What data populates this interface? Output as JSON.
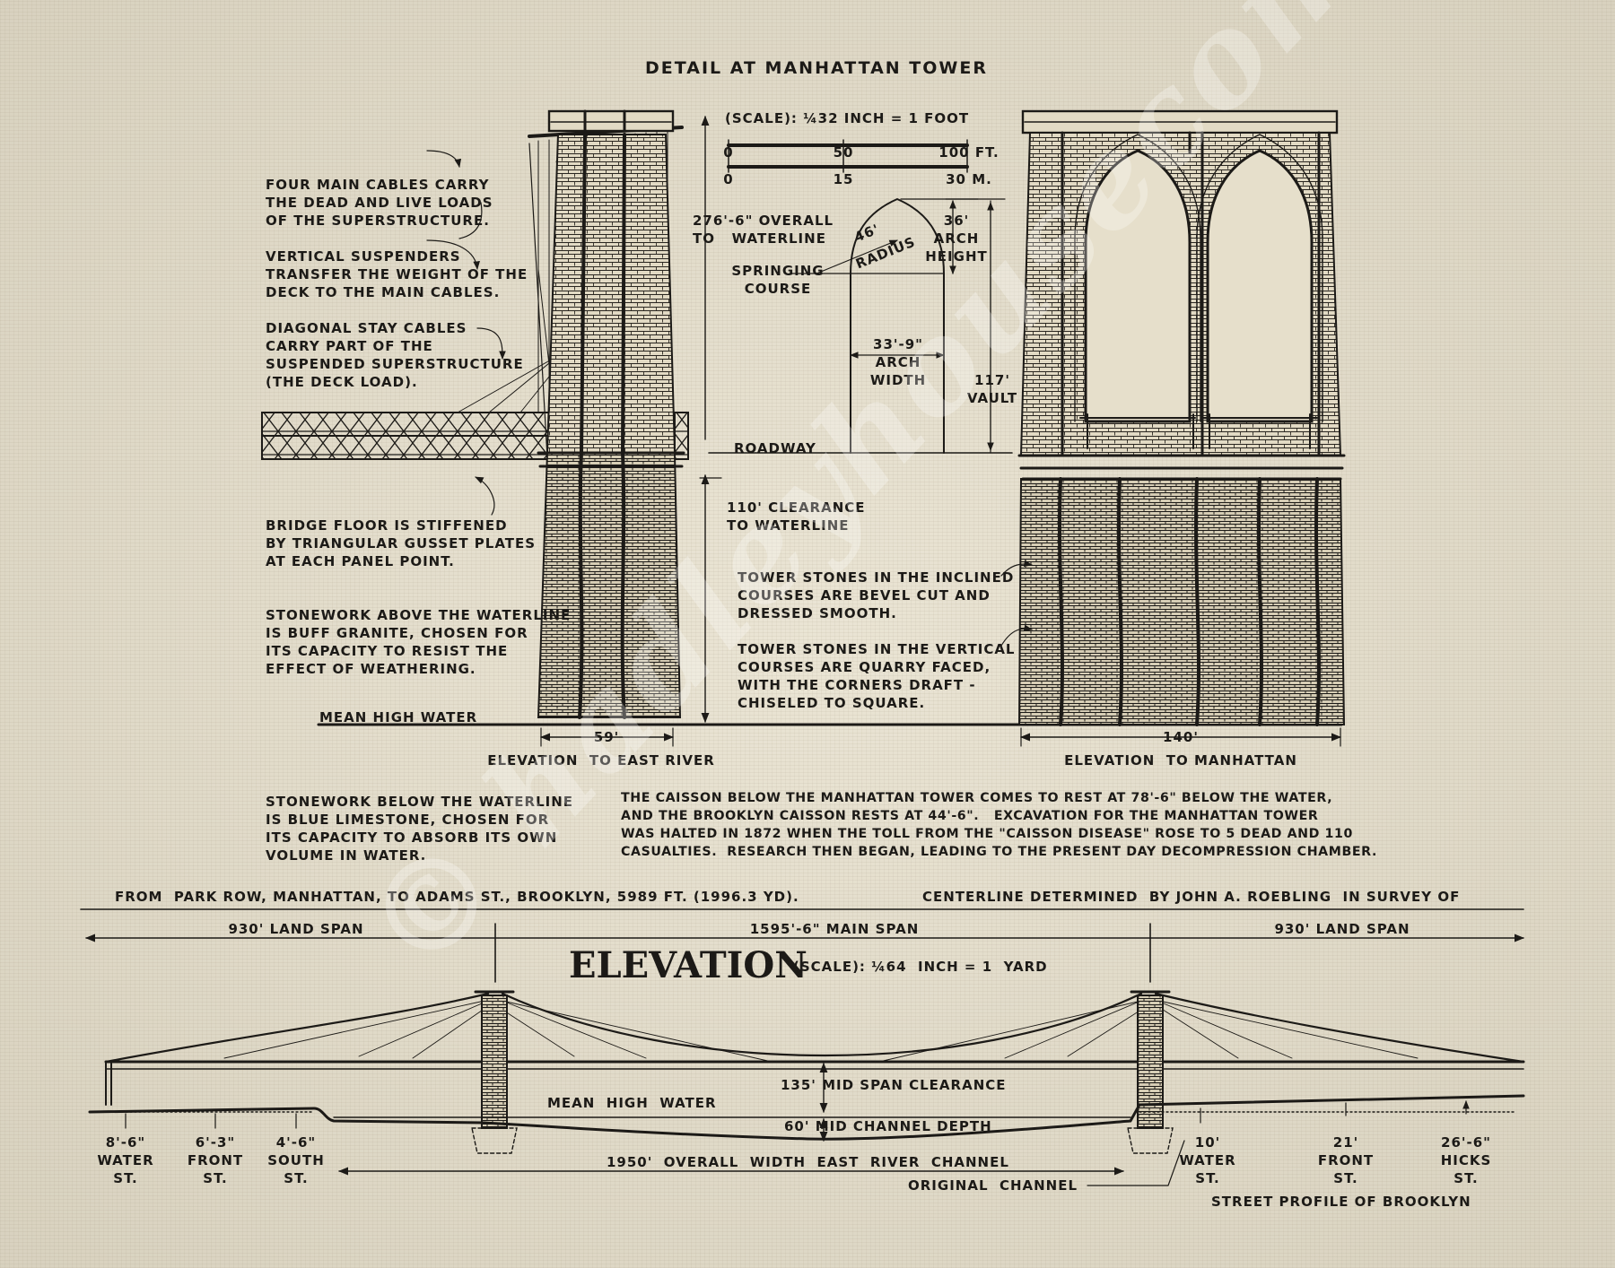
{
  "detail": {
    "title": "DETAIL AT MANHATTAN TOWER",
    "scale_line": "(SCALE): ¼32 INCH = 1 FOOT",
    "scale_ft": [
      "0",
      "50",
      "100 FT."
    ],
    "scale_m": [
      "0",
      "15",
      "30 M."
    ],
    "notes": {
      "main_cables": "FOUR MAIN CABLES CARRY\nTHE DEAD AND LIVE LOADS\nOF THE SUPERSTRUCTURE.",
      "suspenders": "VERTICAL SUSPENDERS\nTRANSFER THE WEIGHT OF THE\nDECK TO THE MAIN CABLES.",
      "stays": "DIAGONAL STAY CABLES\nCARRY PART OF THE\nSUSPENDED SUPERSTRUCTURE\n(THE DECK LOAD).",
      "floor": "BRIDGE FLOOR IS STIFFENED\nBY TRIANGULAR GUSSET PLATES\nAT EACH PANEL POINT.",
      "granite": "STONEWORK ABOVE THE WATERLINE\nIS BUFF GRANITE, CHOSEN FOR\nITS CAPACITY TO RESIST THE\nEFFECT OF WEATHERING.",
      "limestone": "STONEWORK BELOW THE WATERLINE\nIS BLUE LIMESTONE, CHOSEN FOR\nITS CAPACITY TO ABSORB ITS OWN\nVOLUME IN WATER.",
      "bevel": "TOWER STONES IN THE INCLINED\nCOURSES ARE BEVEL CUT AND\nDRESSED SMOOTH.",
      "quarry": "TOWER STONES IN THE VERTICAL\nCOURSES ARE QUARRY FACED,\nWITH THE CORNERS DRAFT -\nCHISELED TO SQUARE.",
      "caisson": "THE CAISSON BELOW THE MANHATTAN TOWER COMES TO REST AT 78'-6\" BELOW THE WATER,\nAND THE BROOKLYN CAISSON RESTS AT 44'-6\".   EXCAVATION FOR THE MANHATTAN TOWER\nWAS HALTED IN 1872 WHEN THE TOLL FROM THE \"CAISSON DISEASE\" ROSE TO 5 DEAD AND 110\nCASUALTIES.  RESEARCH THEN BEGAN, LEADING TO THE PRESENT DAY DECOMPRESSION CHAMBER."
    },
    "dims": {
      "overall": "276'-6\" OVERALL\nTO   WATERLINE",
      "radius_value": "46'",
      "radius_word": "RADIUS",
      "arch_height": "36'\nARCH\nHEIGHT",
      "springing": "SPRINGING\nCOURSE",
      "arch_width": "33'-9\"\nARCH\nWIDTH",
      "vault": "117'\nVAULT",
      "roadway": "ROADWAY",
      "clearance": "110' CLEARANCE\nTO WATERLINE",
      "mean_high_water": "MEAN HIGH WATER",
      "tower_depth": "59'",
      "tower_width": "140'"
    },
    "labels": {
      "east_river": "ELEVATION  TO EAST RIVER",
      "manhattan": "ELEVATION  TO MANHATTAN"
    }
  },
  "elevation": {
    "from_line": "FROM  PARK ROW, MANHATTAN, TO ADAMS ST., BROOKLYN, 5989 FT. (1996.3 YD).",
    "centerline": "CENTERLINE DETERMINED  BY JOHN A. ROEBLING  IN SURVEY OF",
    "land_span_left": "930' LAND SPAN",
    "main_span": "1595'-6\" MAIN SPAN",
    "land_span_right": "930' LAND SPAN",
    "title": "ELEVATION",
    "scale": "(SCALE): ¼64  INCH = 1  YARD",
    "mid_span": "135' MID SPAN CLEARANCE",
    "mean_high_water": "MEAN  HIGH  WATER",
    "channel_depth": "60' MID CHANNEL DEPTH",
    "channel_width": "1950'  OVERALL  WIDTH  EAST  RIVER  CHANNEL",
    "original_channel": "ORIGINAL  CHANNEL",
    "street_profile": "STREET PROFILE OF BROOKLYN",
    "streets_manhattan": [
      {
        "value": "8'-6\"",
        "name": "WATER\nST."
      },
      {
        "value": "6'-3\"",
        "name": "FRONT\nST."
      },
      {
        "value": "4'-6\"",
        "name": "SOUTH\nST."
      }
    ],
    "streets_brooklyn": [
      {
        "value": "10'",
        "name": "WATER\nST."
      },
      {
        "value": "21'",
        "name": "FRONT\nST."
      },
      {
        "value": "26'-6\"",
        "name": "HICKS\nST."
      }
    ]
  },
  "colors": {
    "paper": "#e6dfcb",
    "ink": "#1c1a17"
  },
  "watermark": "© hadleyhousecompany.com"
}
